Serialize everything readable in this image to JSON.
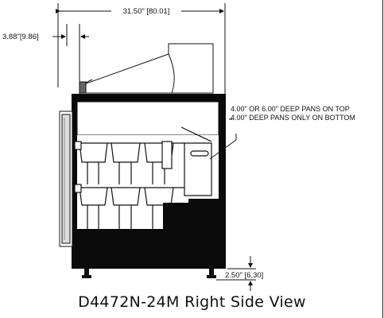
{
  "drawing": {
    "width_dimension": "31.50\" [80.01]",
    "overhang_dimension": "3.88\"[9.86]",
    "pan_note_line1": "4.00\" OR 6.00\" DEEP PANS ON TOP",
    "pan_note_line2": "4.00\" DEEP PANS ONLY ON BOTTOM",
    "caster_dimension": "2.50\" [6.30]"
  },
  "caption": "D4472N-24M Right Side View"
}
